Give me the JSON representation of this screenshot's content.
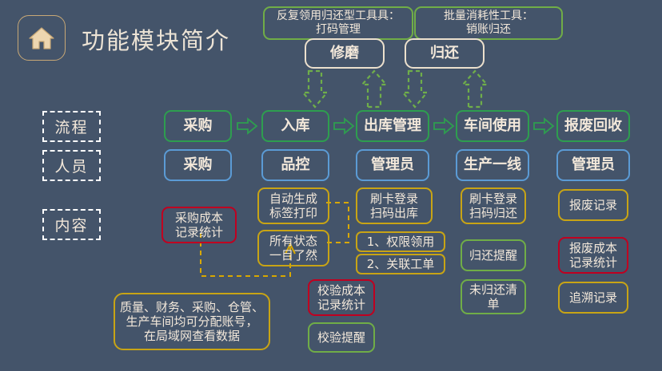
{
  "header": {
    "icon": "home-icon",
    "title": "功能模块简介"
  },
  "callouts": [
    {
      "id": "tool-repeat",
      "label": "反复领用归还型工具具：\n打码管理",
      "color": "#70ad47"
    },
    {
      "id": "tool-bulk",
      "label": "批量消耗性工具：\n销账归还",
      "color": "#70ad47"
    }
  ],
  "actions": [
    {
      "id": "action-grind",
      "label": "修磨",
      "color": "#ece0cd"
    },
    {
      "id": "action-return",
      "label": "归还",
      "color": "#ece0cd"
    }
  ],
  "rows": {
    "process": {
      "label": "流程"
    },
    "people": {
      "label": "人员"
    },
    "content": {
      "label": "内容"
    }
  },
  "process_steps": [
    {
      "label": "采购"
    },
    {
      "label": "入库"
    },
    {
      "label": "出库管理"
    },
    {
      "label": "车间使用"
    },
    {
      "label": "报废回收"
    }
  ],
  "people_steps": [
    {
      "label": "采购"
    },
    {
      "label": "品控"
    },
    {
      "label": "管理员"
    },
    {
      "label": "生产一线"
    },
    {
      "label": "管理员"
    }
  ],
  "content_items": [
    {
      "id": "purchase-cost",
      "label": "采购成本\n记录统计",
      "color": "#c00020"
    },
    {
      "id": "auto-label",
      "label": "自动生成\n标签打印",
      "color": "#c8a415"
    },
    {
      "id": "all-status",
      "label": "所有状态\n一目了然",
      "color": "#c8a415"
    },
    {
      "id": "card-out",
      "label": "刷卡登录\n扫码出库",
      "color": "#c8a415"
    },
    {
      "id": "auth-draw",
      "label": "1、权限领用",
      "color": "#c8a415"
    },
    {
      "id": "link-workorder",
      "label": "2、关联工单",
      "color": "#c8a415"
    },
    {
      "id": "card-return",
      "label": "刷卡登录\n扫码归还",
      "color": "#c8a415"
    },
    {
      "id": "return-remind",
      "label": "归还提醒",
      "color": "#70ad47"
    },
    {
      "id": "unreturned",
      "label": "未归还清\n单",
      "color": "#70ad47"
    },
    {
      "id": "scrap-record",
      "label": "报废记录",
      "color": "#c8a415"
    },
    {
      "id": "scrap-cost",
      "label": "报废成本\n记录统计",
      "color": "#c00020"
    },
    {
      "id": "trace-record",
      "label": "追溯记录",
      "color": "#c8a415"
    },
    {
      "id": "verify-cost",
      "label": "校验成本\n记录统计",
      "color": "#c00020"
    },
    {
      "id": "verify-remind",
      "label": "校验提醒",
      "color": "#70ad47"
    },
    {
      "id": "account-note",
      "label": "质量、财务、采购、仓管、\n生产车间均可分配账号，\n在局域网查看数据",
      "color": "#c8a415"
    }
  ],
  "colors": {
    "background": "#44546a",
    "green": "#70ad47",
    "green_flow": "#2e9e4f",
    "blue": "#5b9bd5",
    "cream": "#ece0cd",
    "gold": "#c8a415",
    "red": "#c00020",
    "text": "#f3e8da"
  }
}
